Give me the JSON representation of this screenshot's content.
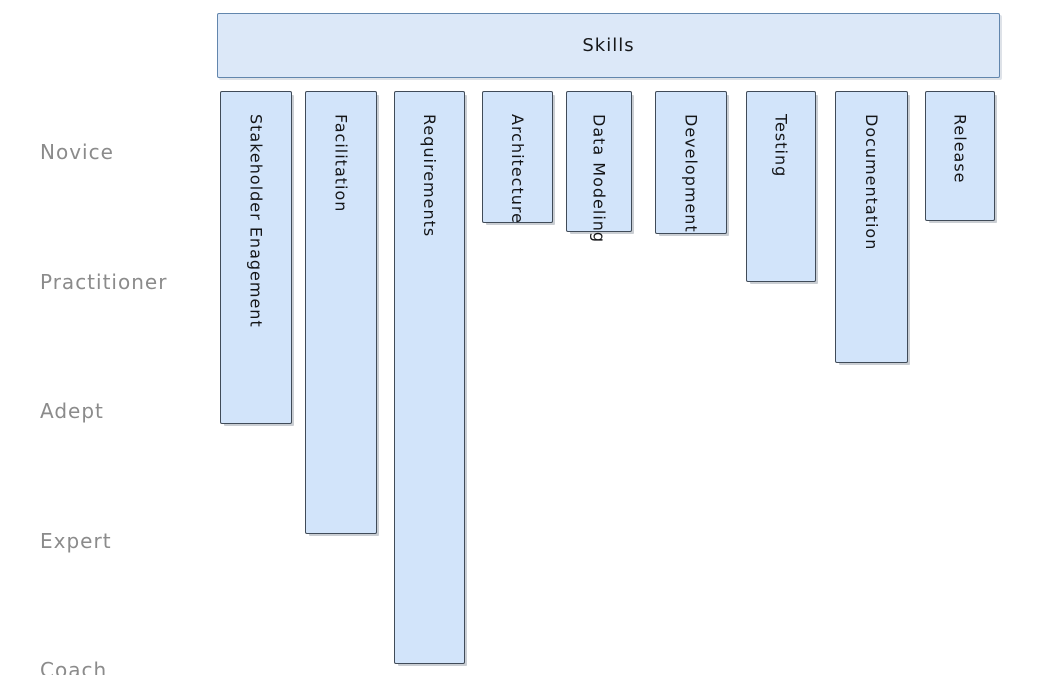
{
  "header": {
    "title": "Skills"
  },
  "axis": {
    "levels": [
      "Novice",
      "Practitioner",
      "Adept",
      "Expert",
      "Coach"
    ]
  },
  "chart_data": {
    "type": "bar",
    "title": "Skills",
    "orientation": "bars-grow-downward-from-header",
    "categories": [
      "Stakeholder Enagement",
      "Facilitation",
      "Requirements",
      "Architecture",
      "Data Modeling",
      "Development",
      "Testing",
      "Documentation",
      "Release"
    ],
    "values": [
      3.1,
      3.95,
      4.95,
      1.55,
      1.62,
      1.63,
      2.0,
      2.63,
      1.53
    ],
    "value_scale_labels": [
      "Novice",
      "Practitioner",
      "Adept",
      "Expert",
      "Coach"
    ],
    "value_scale_numeric": [
      1,
      2,
      3,
      4,
      5
    ],
    "ylim": [
      1,
      5
    ],
    "xlabel": "",
    "ylabel": "",
    "legend": false,
    "grid": false
  },
  "colors": {
    "bar_fill": "#d2e4fa",
    "bar_border": "#404b58",
    "header_fill": "#dce8f8",
    "header_border": "#6286ad",
    "axis_label_text": "#8b8b8b",
    "bar_label_text": "#141517",
    "background": "#ffffff"
  }
}
